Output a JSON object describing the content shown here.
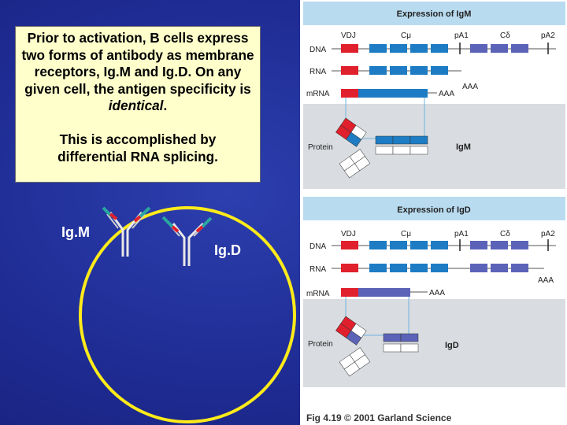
{
  "textbox": {
    "para1_main": "Prior to activation, B cells express two forms of antibody as membrane receptors, Ig.M and Ig.D.  On any given cell, the antigen specificity is ",
    "para1_italic": "identical",
    "para1_end": ".",
    "para2": "This is accomplished by differential RNA splicing."
  },
  "labels": {
    "igm": "Ig.M",
    "igd": "Ig.D"
  },
  "figure": {
    "top_title": "Expression of IgM",
    "bottom_title": "Expression of IgD",
    "gene_labels": {
      "vdj": "VDJ",
      "cmu": "Cμ",
      "pa1": "pA1",
      "cdelta": "Cδ",
      "pa2": "pA2"
    },
    "row_labels": {
      "dna": "DNA",
      "rna": "RNA",
      "mrna": "mRNA",
      "protein": "Protein"
    },
    "polya": "AAA",
    "product_top": "IgM",
    "product_bottom": "IgD",
    "caption": "Fig 4.19  © 2001 Garland Science"
  },
  "colors": {
    "variable": "#e0202c",
    "cmu": "#1d7cc4",
    "cdelta": "#5b63b8",
    "highlight": "#6fb4e0",
    "membrane": "#ffeb1a"
  }
}
